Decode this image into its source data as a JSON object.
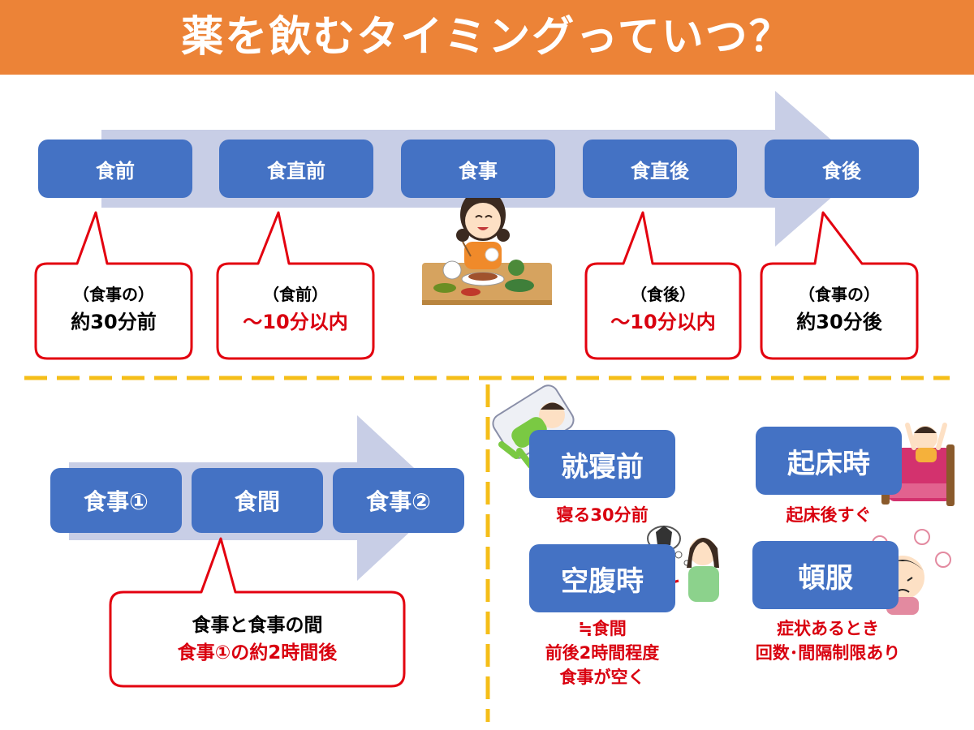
{
  "title": "薬を飲むタイミングっていつ？",
  "colors": {
    "header": "#ec8337",
    "box": "#4472c4",
    "arrow": "#c8cee6",
    "bubble_border": "#e3000f",
    "note_red": "#d9000f",
    "divider": "#f5be18"
  },
  "timeline": {
    "stages": [
      "食前",
      "食直前",
      "食事",
      "食直後",
      "食後"
    ],
    "bubbles": [
      {
        "line1": "（食事の）",
        "line2": "約30分前"
      },
      {
        "line1": "（食前）",
        "line2": "～10分以内"
      },
      {
        "line1": "（食後）",
        "line2": "～10分以内"
      },
      {
        "line1": "（食事の）",
        "line2": "約30分後"
      }
    ]
  },
  "between_meals": {
    "stages": [
      "食事①",
      "食間",
      "食事②"
    ],
    "bubble": {
      "line1": "食事と食事の間",
      "line2": "食事①の約2時間後"
    }
  },
  "categories": [
    {
      "label": "就寝前",
      "note_lines": [
        "寝る30分前"
      ],
      "icon": "sleeping-person-icon"
    },
    {
      "label": "起床時",
      "note_lines": [
        "起床後すぐ"
      ],
      "icon": "waking-person-in-bed-icon"
    },
    {
      "label": "空腹時",
      "note_lines": [
        "≒食間",
        "前後2時間程度",
        "食事が空く"
      ],
      "icon": "hungry-person-icon"
    },
    {
      "label": "頓服",
      "note_lines": [
        "症状あるとき",
        "回数･間隔制限あり"
      ],
      "icon": "sick-person-icon"
    }
  ],
  "illustrations": {
    "meal": "girl-eating-meal-icon"
  }
}
